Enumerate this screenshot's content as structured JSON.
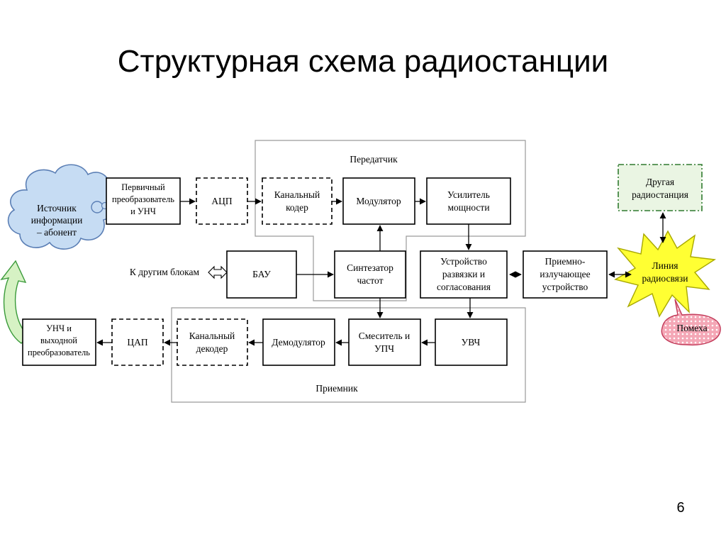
{
  "slide": {
    "title": "Структурная схема радиостанции",
    "page_number": "6"
  },
  "diagram": {
    "groups": {
      "transmitter": "Передатчик",
      "receiver": "Приемник"
    },
    "blocks": {
      "source": [
        "Источник",
        "информации",
        "– абонент"
      ],
      "primary": [
        "Первичный",
        "преобразователь",
        "и УНЧ"
      ],
      "adc": [
        "АЦП"
      ],
      "coder": [
        "Канальный",
        "кодер"
      ],
      "modulator": [
        "Модулятор"
      ],
      "amplifier": [
        "Усилитель",
        "мощности"
      ],
      "other_station": [
        "Другая",
        "радиостанция"
      ],
      "to_other_blocks": "К другим блокам",
      "bau": [
        "БАУ"
      ],
      "synth": [
        "Синтезатор",
        "частот"
      ],
      "decoupler": [
        "Устройство",
        "развязки и",
        "согласования"
      ],
      "antenna": [
        "Приемно-",
        "излучающее",
        "устройство"
      ],
      "line": [
        "Линия",
        "радиосвязи"
      ],
      "noise": "Помеха",
      "output": [
        "УНЧ и",
        "выходной",
        "преобразователь"
      ],
      "dac": [
        "ЦАП"
      ],
      "decoder": [
        "Канальный",
        "декодер"
      ],
      "demodulator": [
        "Демодулятор"
      ],
      "mixer": [
        "Смеситель и",
        "УПЧ"
      ],
      "uvch": [
        "УВЧ"
      ]
    }
  },
  "colors": {
    "cloud_fill": "#c6dcf3",
    "cloud_stroke": "#5b7fb5",
    "star_fill": "#ffff33",
    "star_stroke": "#a8a800",
    "other_station_fill": "#eaf5e3",
    "other_station_stroke": "#2f7a2f",
    "noise_fill": "#f4a7b6",
    "noise_stroke": "#c23b5a",
    "loop_arrow_fill": "#d6f2c4",
    "loop_arrow_stroke": "#3a9a3a",
    "group_border": "#9a9a9a"
  }
}
